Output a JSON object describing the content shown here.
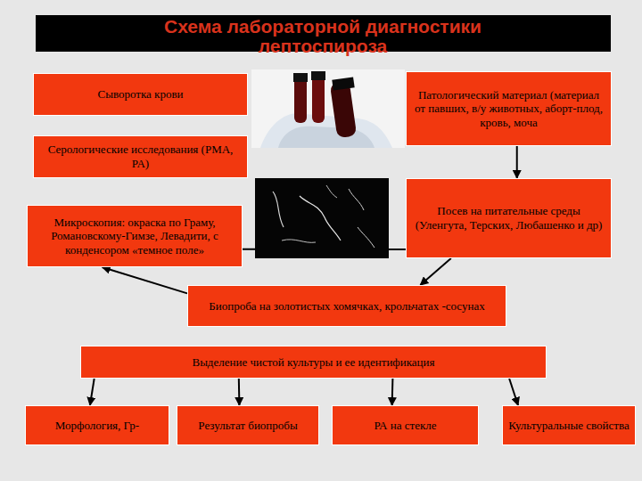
{
  "diagram": {
    "title": "Схема лабораторной диагностики лептоспироза",
    "nodes": [
      {
        "text": [
          "Сыворотка крови"
        ]
      },
      {
        "text": [
          "Патологический материал (материал от павших, в/у животных, аборт-плод, кровь, моча"
        ]
      },
      {
        "text": [
          "Серологические исследования (РМА, РА)"
        ]
      },
      {
        "text": [
          "Микроскопия: окраска по Граму, Романовскому-Гимзе, Левадити, с конденсором «темное поле»"
        ]
      },
      {
        "text": [
          "Посев на питательные среды (Уленгута, Терских, Любашенко и др)"
        ]
      },
      {
        "text": [
          "Биопроба на золотистых хомячках, крольчатах -сосунах"
        ]
      },
      {
        "text": [
          "Выделение чистой культуры и ее идентификация"
        ]
      },
      {
        "text": [
          "Морфология, Гр-"
        ]
      },
      {
        "text": [
          "Результат биопробы"
        ]
      },
      {
        "text": [
          "РА на стекле"
        ]
      },
      {
        "text": [
          "Культуральные свойства"
        ]
      }
    ],
    "edges": [
      {
        "from": 1,
        "to": 4,
        "arrow": "to"
      },
      {
        "from": 4,
        "to": 3,
        "arrow": "none"
      },
      {
        "from": 4,
        "to": 5,
        "arrow": "to"
      },
      {
        "from": 5,
        "to": 3,
        "arrow": "to"
      },
      {
        "from": 6,
        "to": 7,
        "arrow": "to"
      },
      {
        "from": 6,
        "to": 8,
        "arrow": "to"
      },
      {
        "from": 6,
        "to": 9,
        "arrow": "to"
      },
      {
        "from": 6,
        "to": 10,
        "arrow": "to"
      }
    ]
  }
}
